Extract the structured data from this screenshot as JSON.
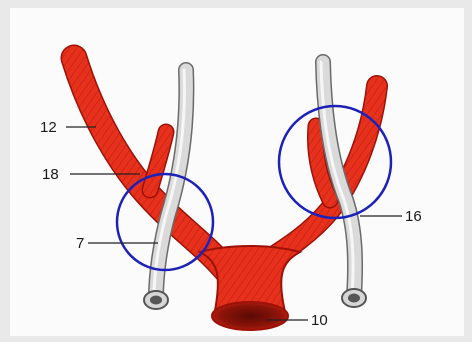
{
  "diagram": {
    "colors": {
      "artery": "#e8311c",
      "artery_edge": "#9c1208",
      "vein": "#d6d6d6",
      "vein_edge": "#6a6a6a",
      "circle": "#1c22b8",
      "background": "#e9e9e9",
      "panel": "#fbfbfb",
      "leader": "#222222"
    },
    "labels": {
      "l12": "12",
      "l18": "18",
      "l7": "7",
      "l16": "16",
      "l10": "10"
    }
  }
}
